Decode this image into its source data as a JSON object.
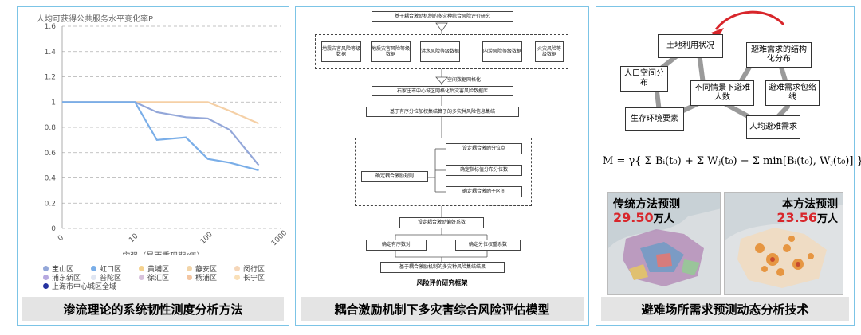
{
  "panels": [
    {
      "caption": "渗流理论的系统韧性测度分析方法",
      "chart": {
        "title": "人均可获得公共服务水平变化率P",
        "xlabel": "灾强（暴雨重现期/年）",
        "ticks_x": [
          "0",
          "10",
          "100",
          "1000"
        ],
        "ticks_y": [
          "1.6",
          "1.4",
          "1.2",
          "1",
          "0.8",
          "0.6",
          "0.4",
          "0.2",
          "0"
        ],
        "legend_rows": [
          [
            {
              "label": "宝山区",
              "color": "#93a7d9"
            },
            {
              "label": "虹口区",
              "color": "#7aaee8"
            },
            {
              "label": "黄埔区",
              "color": "#f5d28e"
            },
            {
              "label": "静安区",
              "color": "#f2d5a8"
            },
            {
              "label": "闵行区",
              "color": "#f5d6b8"
            }
          ],
          [
            {
              "label": "浦东新区",
              "color": "#b6a9e0"
            },
            {
              "label": "普陀区",
              "color": "#e0e6f2"
            },
            {
              "label": "徐汇区",
              "color": "#d8c2dc"
            },
            {
              "label": "杨浦区",
              "color": "#f3c6a2"
            },
            {
              "label": "长宁区",
              "color": "#fae0b8"
            }
          ],
          [
            {
              "label": "上海市中心城区全域",
              "color": "#2633a0"
            }
          ]
        ]
      }
    },
    {
      "caption": "耦合激励机制下多灾害综合风险评估模型",
      "flow": {
        "top": "基于耦合激励机制的多灾种综合风险评价研究",
        "hazards": [
          "地震灾害风险等级数据",
          "地质灾害风险等级数据",
          "洪水风险等级数据",
          "内涝风险等级数据",
          "火灾风险等级数据"
        ],
        "spatial": "空间数据网格化",
        "db": "石家庄市中心城区网格化后灾害风险数据库",
        "collect": "基于有序分位加权集结算子的多灾种风险信息集结",
        "rule": "确定耦合激励规则",
        "steps": [
          "设定耦合激励分位点",
          "确定指标值分布分位数",
          "确定耦合激励子区间"
        ],
        "pref": "设定耦合激励偏好系数",
        "order": "确定有序数对",
        "weight": "确定分位权重系数",
        "result": "基于耦合激励机制的多灾种风险集结结果",
        "frame_title": "风险评价研究框架"
      }
    },
    {
      "caption": "避难场所需求预测动态分析技术",
      "graph": {
        "nodes": [
          "土地利用状况",
          "避难需求的结构化分布",
          "人口空间分布",
          "不同情景下避难人数",
          "避难需求包络线",
          "生存环境要素",
          "人均避难需求"
        ]
      },
      "formula": "M = γ{ Σ Bᵢ(t₀) + Σ Wⱼ(t₀) − Σ min[Bᵢ(t₀), Wⱼ(t₀)] }",
      "maps": [
        {
          "title": "传统方法预测",
          "value": "29.50",
          "unit": "万人"
        },
        {
          "title": "本方法预测",
          "value": "23.56",
          "unit": "万人"
        }
      ]
    }
  ],
  "chart_data": {
    "type": "line",
    "title": "人均可获得公共服务水平变化率P",
    "xlabel": "灾强（暴雨重现期/年）",
    "ylabel": "",
    "x_scale": "log",
    "x_ticks": [
      0,
      10,
      100,
      1000
    ],
    "ylim": [
      0,
      1.6
    ],
    "grid": true,
    "legend_position": "bottom",
    "series": [
      {
        "name": "黄埔区",
        "color": "#f5d0a6",
        "x": [
          1,
          2,
          5,
          10,
          20,
          50,
          100,
          200,
          500
        ],
        "y": [
          1.0,
          1.0,
          1.0,
          1.0,
          1.0,
          1.0,
          1.0,
          0.93,
          0.83
        ]
      },
      {
        "name": "宝山区",
        "color": "#93a7d9",
        "x": [
          1,
          2,
          5,
          10,
          20,
          50,
          100,
          200,
          500
        ],
        "y": [
          1.0,
          1.0,
          1.0,
          1.0,
          0.92,
          0.88,
          0.87,
          0.78,
          0.5
        ]
      },
      {
        "name": "虹口区",
        "color": "#7aaee8",
        "x": [
          1,
          2,
          5,
          10,
          20,
          50,
          100,
          200,
          500
        ],
        "y": [
          1.0,
          1.0,
          1.0,
          1.0,
          0.7,
          0.72,
          0.55,
          0.52,
          0.46
        ]
      }
    ]
  }
}
